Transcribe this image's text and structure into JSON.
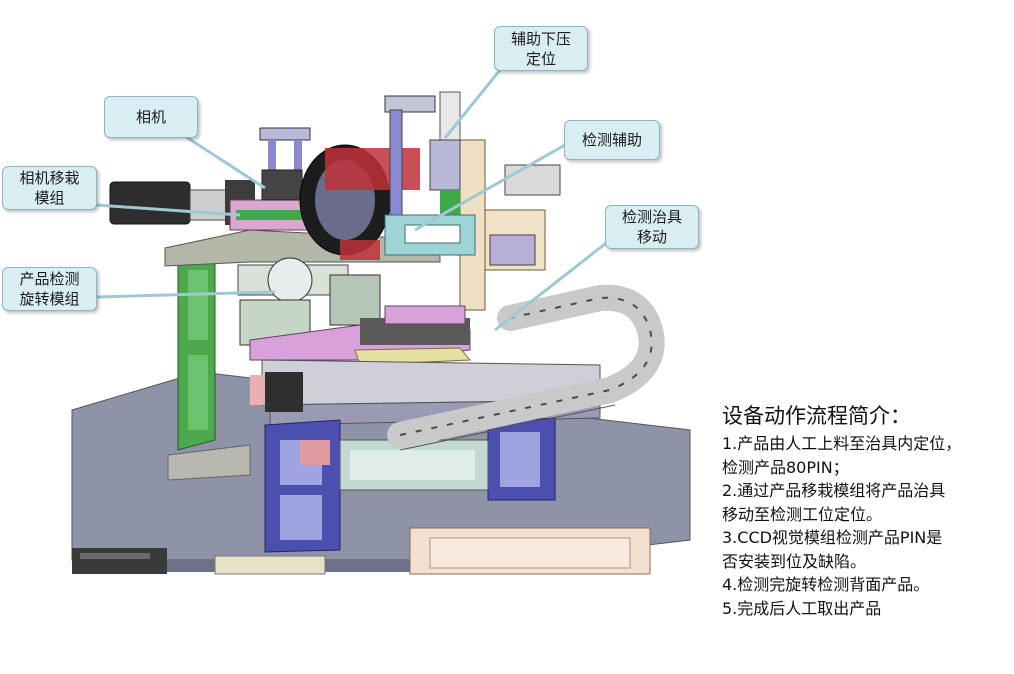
{
  "callouts": [
    {
      "id": "camera",
      "text": "相机"
    },
    {
      "id": "press",
      "text": "辅助下压\n定位"
    },
    {
      "id": "assist",
      "text": "检测辅助"
    },
    {
      "id": "camera-move",
      "text": "相机移栽\n模组"
    },
    {
      "id": "fixture-move",
      "text": "检测治具\n移动"
    },
    {
      "id": "rotate",
      "text": "产品检测\n旋转模组"
    }
  ],
  "process": {
    "title": "设备动作流程简介：",
    "steps": [
      "1.产品由人工上料至治具内定位，\n检测产品80PIN；",
      "2.通过产品移栽模组将产品治具\n移动至检测工位定位。",
      "3.CCD视觉模组检测产品PIN是\n否安装到位及缺陷。",
      "4.检测完旋转检测背面产品。",
      "5.完成后人工取出产品"
    ]
  },
  "colors": {
    "callout_fill": "#d9eef3",
    "leader_line": "#9ec9d3",
    "base_plate": "#8f93a8",
    "frame_green": "#4ea84e",
    "frame_blue": "#4a4fb0",
    "cable_chain": "#c9c9c9",
    "motor": "#2e2e2e"
  }
}
